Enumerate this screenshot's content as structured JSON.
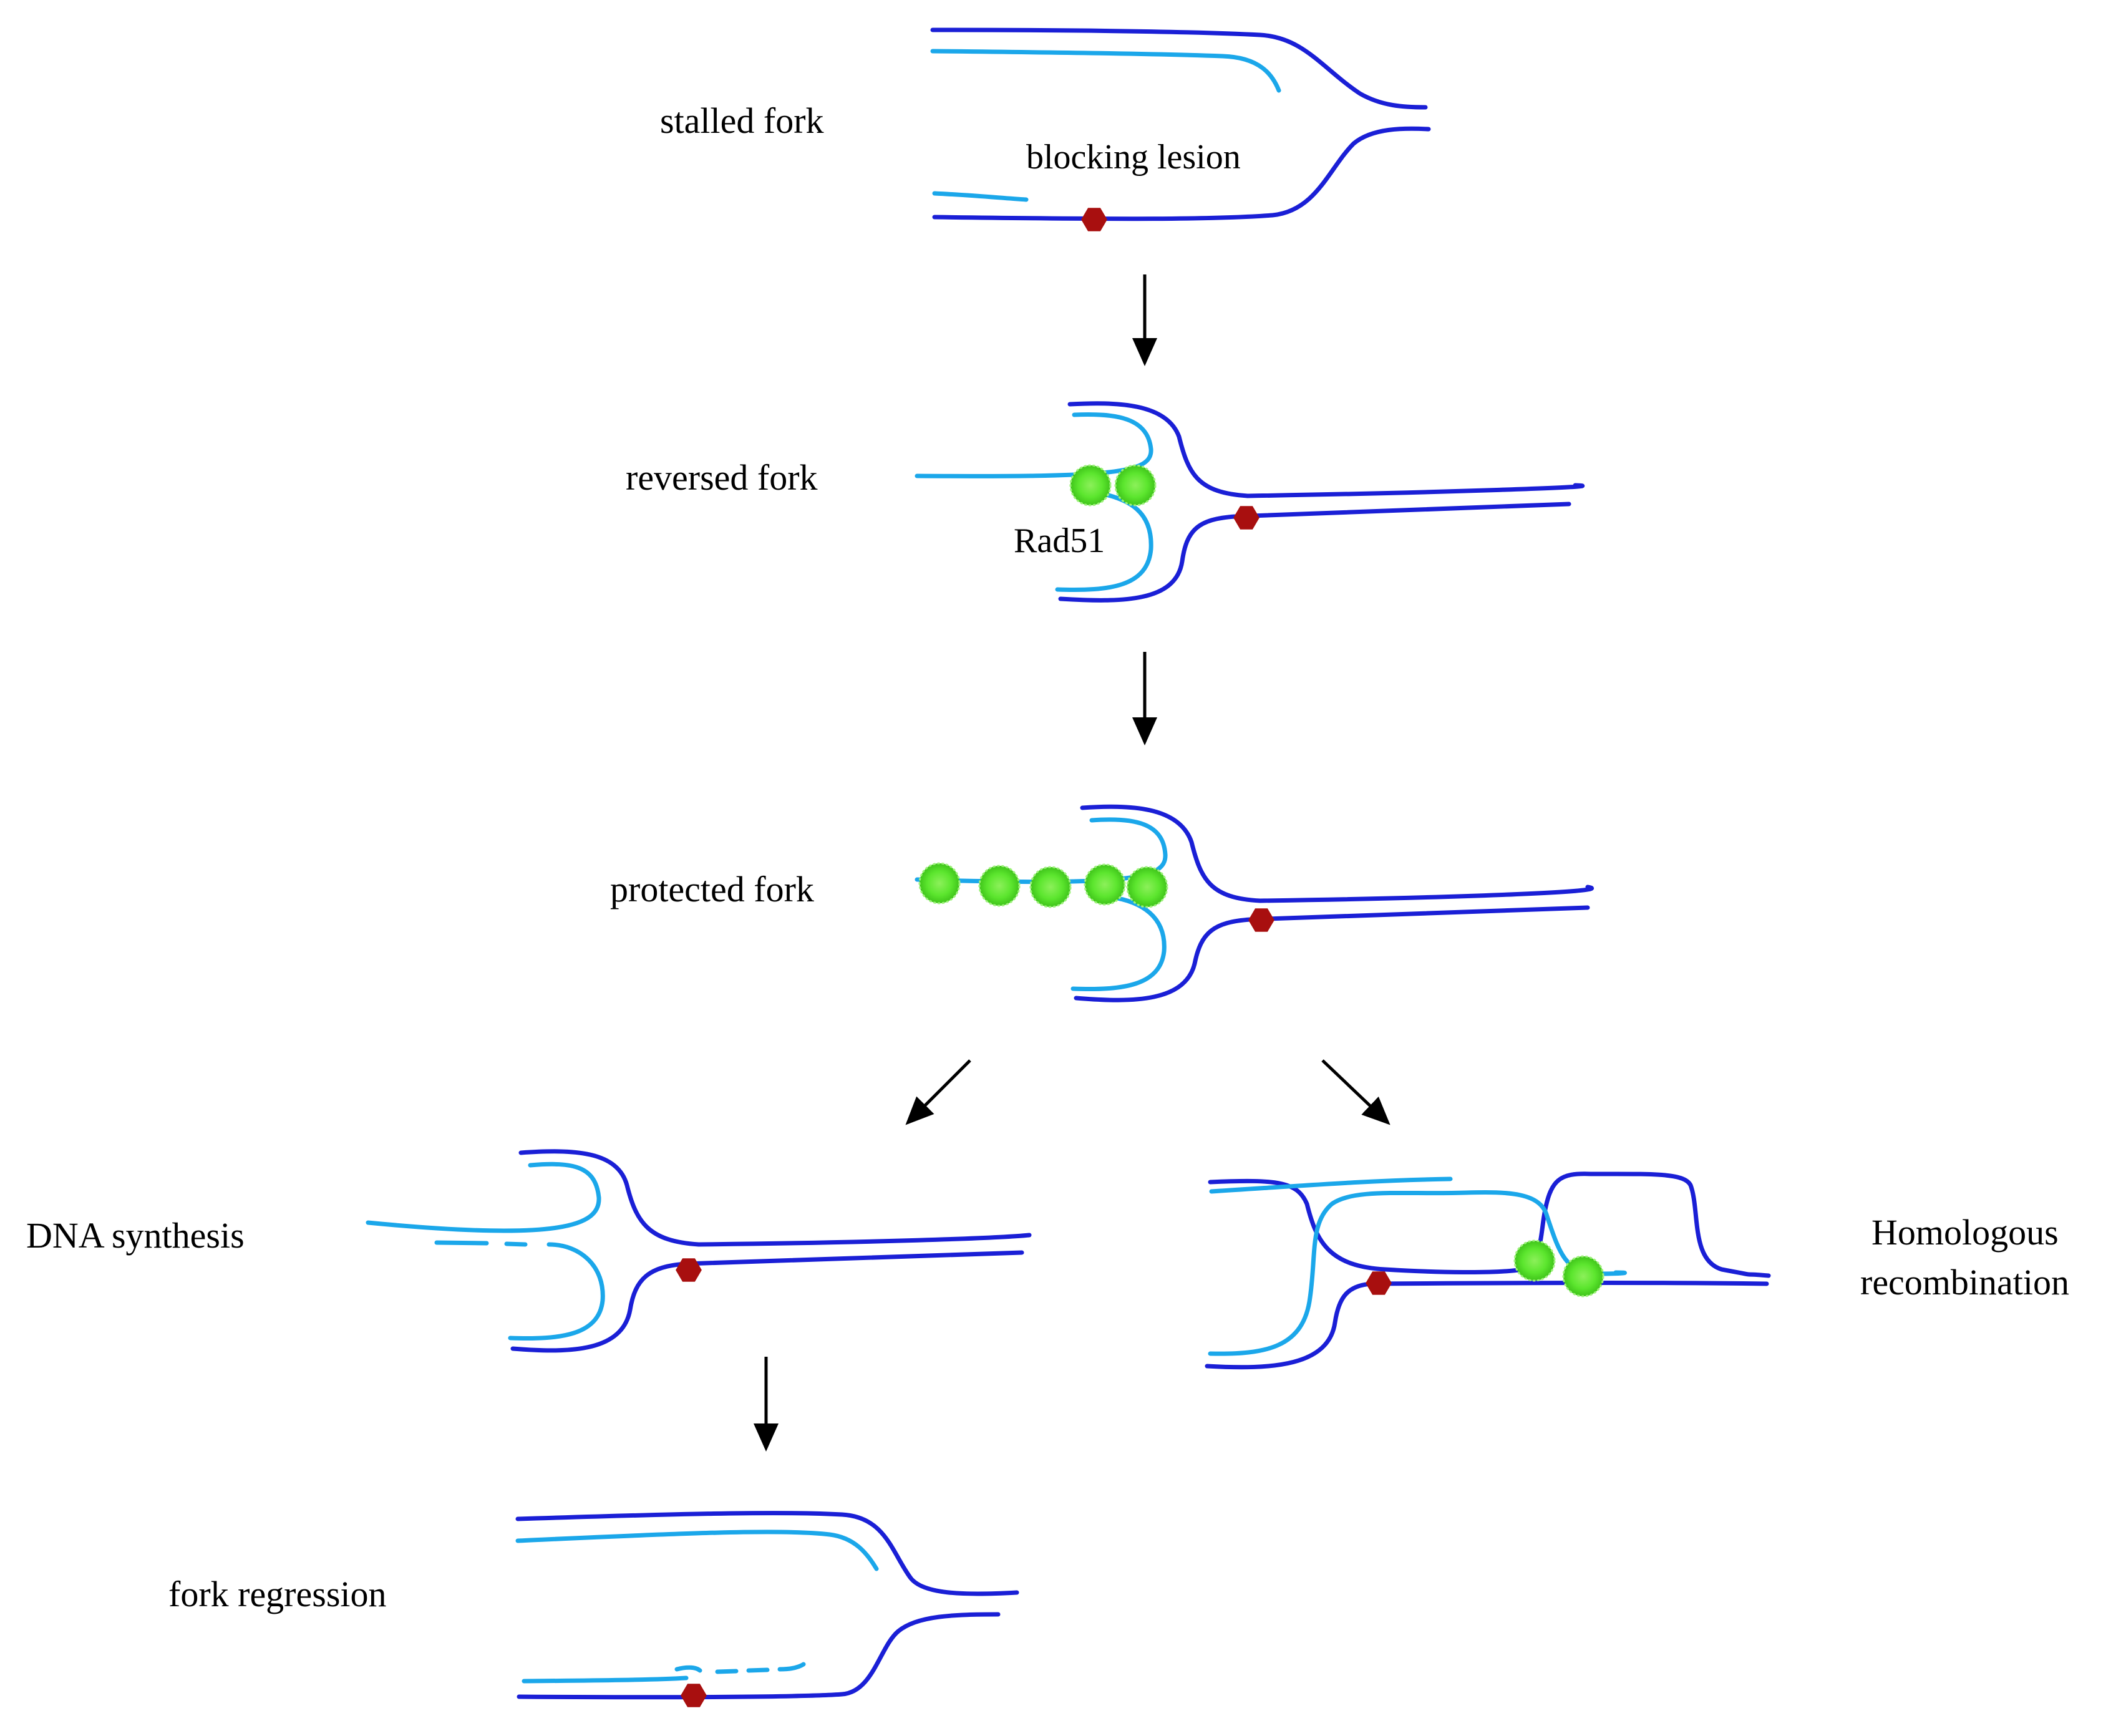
{
  "labels": {
    "stalled_fork": "stalled fork",
    "blocking_lesion": "blocking lesion",
    "reversed_fork": "reversed fork",
    "rad51": "Rad51",
    "protected_fork": "protected fork",
    "dna_synthesis": "DNA synthesis",
    "homologous_line1": "Homologous",
    "homologous_line2": "recombination",
    "fork_regression": "fork regression"
  },
  "colors": {
    "parental_strand": "#1a1fd6",
    "nascent_strand": "#1ba7ea",
    "lesion": "#a80f0f",
    "rad51": "#5ce62e",
    "arrow": "#000000"
  },
  "icons": {
    "lesion": "red-hexagon",
    "rad51": "green-sphere",
    "transition": "black-arrow"
  }
}
